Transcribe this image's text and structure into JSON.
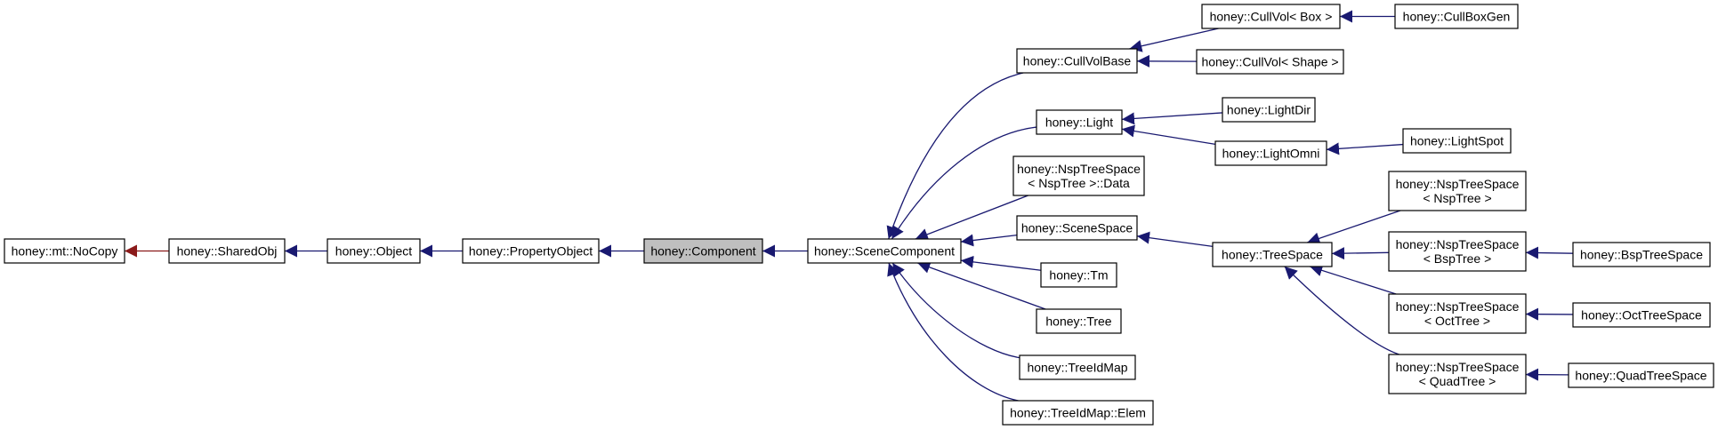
{
  "colors": {
    "edge": "#191970",
    "edge_private": "#8b1a1a",
    "node_fill": "#ffffff",
    "current_fill": "#bfbfbf"
  },
  "nodes": {
    "nocopy": {
      "lines": [
        "honey::mt::NoCopy"
      ]
    },
    "sharedobj": {
      "lines": [
        "honey::SharedObj"
      ]
    },
    "object": {
      "lines": [
        "honey::Object"
      ]
    },
    "propertyobject": {
      "lines": [
        "honey::PropertyObject"
      ]
    },
    "component": {
      "lines": [
        "honey::Component"
      ],
      "current": true
    },
    "scenecomponent": {
      "lines": [
        "honey::SceneComponent"
      ]
    },
    "cullvolbase": {
      "lines": [
        "honey::CullVolBase"
      ]
    },
    "cullvolbox": {
      "lines": [
        "honey::CullVol< Box >"
      ]
    },
    "cullboxgen": {
      "lines": [
        "honey::CullBoxGen"
      ]
    },
    "cullvolshape": {
      "lines": [
        "honey::CullVol< Shape >"
      ]
    },
    "light": {
      "lines": [
        "honey::Light"
      ]
    },
    "lightdir": {
      "lines": [
        "honey::LightDir"
      ]
    },
    "lightomni": {
      "lines": [
        "honey::LightOmni"
      ]
    },
    "lightspot": {
      "lines": [
        "honey::LightSpot"
      ]
    },
    "nspdata": {
      "lines": [
        "honey::NspTreeSpace",
        "< NspTree >::Data"
      ]
    },
    "scenespace": {
      "lines": [
        "honey::SceneSpace"
      ]
    },
    "treespace": {
      "lines": [
        "honey::TreeSpace"
      ]
    },
    "nsptree": {
      "lines": [
        "honey::NspTreeSpace",
        "< NspTree >"
      ]
    },
    "bsptree": {
      "lines": [
        "honey::NspTreeSpace",
        "< BspTree >"
      ]
    },
    "bsptreespace": {
      "lines": [
        "honey::BspTreeSpace"
      ]
    },
    "octtree": {
      "lines": [
        "honey::NspTreeSpace",
        "< OctTree >"
      ]
    },
    "octtreespace": {
      "lines": [
        "honey::OctTreeSpace"
      ]
    },
    "quadtree": {
      "lines": [
        "honey::NspTreeSpace",
        "< QuadTree >"
      ]
    },
    "quadtreespace": {
      "lines": [
        "honey::QuadTreeSpace"
      ]
    },
    "tm": {
      "lines": [
        "honey::Tm"
      ]
    },
    "tree": {
      "lines": [
        "honey::Tree"
      ]
    },
    "treeidmap": {
      "lines": [
        "honey::TreeIdMap"
      ]
    },
    "treeidmapelem": {
      "lines": [
        "honey::TreeIdMap::Elem"
      ]
    }
  },
  "edges": [
    {
      "from": "sharedobj",
      "to": "nocopy",
      "kind": "private"
    },
    {
      "from": "object",
      "to": "sharedobj",
      "kind": "public"
    },
    {
      "from": "propertyobject",
      "to": "object",
      "kind": "public"
    },
    {
      "from": "component",
      "to": "propertyobject",
      "kind": "public"
    },
    {
      "from": "scenecomponent",
      "to": "component",
      "kind": "public"
    },
    {
      "from": "cullvolbase",
      "to": "scenecomponent",
      "kind": "public"
    },
    {
      "from": "light",
      "to": "scenecomponent",
      "kind": "public"
    },
    {
      "from": "nspdata",
      "to": "scenecomponent",
      "kind": "public"
    },
    {
      "from": "scenespace",
      "to": "scenecomponent",
      "kind": "public"
    },
    {
      "from": "tm",
      "to": "scenecomponent",
      "kind": "public"
    },
    {
      "from": "tree",
      "to": "scenecomponent",
      "kind": "public"
    },
    {
      "from": "treeidmap",
      "to": "scenecomponent",
      "kind": "public"
    },
    {
      "from": "treeidmapelem",
      "to": "scenecomponent",
      "kind": "public"
    },
    {
      "from": "cullvolbox",
      "to": "cullvolbase",
      "kind": "public"
    },
    {
      "from": "cullvolshape",
      "to": "cullvolbase",
      "kind": "public"
    },
    {
      "from": "cullboxgen",
      "to": "cullvolbox",
      "kind": "public"
    },
    {
      "from": "lightdir",
      "to": "light",
      "kind": "public"
    },
    {
      "from": "lightomni",
      "to": "light",
      "kind": "public"
    },
    {
      "from": "lightspot",
      "to": "lightomni",
      "kind": "public"
    },
    {
      "from": "treespace",
      "to": "scenespace",
      "kind": "public"
    },
    {
      "from": "nsptree",
      "to": "treespace",
      "kind": "public"
    },
    {
      "from": "bsptree",
      "to": "treespace",
      "kind": "public"
    },
    {
      "from": "octtree",
      "to": "treespace",
      "kind": "public"
    },
    {
      "from": "quadtree",
      "to": "treespace",
      "kind": "public"
    },
    {
      "from": "bsptreespace",
      "to": "bsptree",
      "kind": "public"
    },
    {
      "from": "octtreespace",
      "to": "octtree",
      "kind": "public"
    },
    {
      "from": "quadtreespace",
      "to": "quadtree",
      "kind": "public"
    }
  ]
}
